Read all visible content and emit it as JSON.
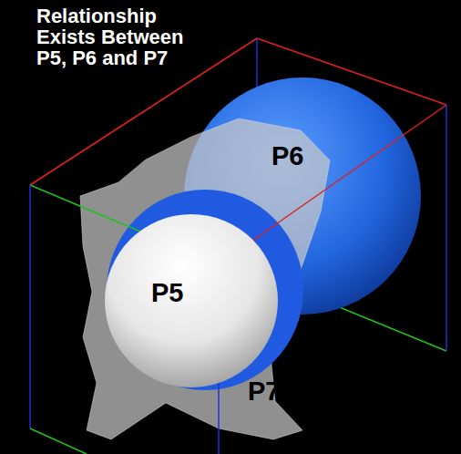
{
  "diagram": {
    "title": "Relationship Exists Between P5, P6 and P7",
    "labels": [
      "P6",
      "P5",
      "P7"
    ]
  }
}
